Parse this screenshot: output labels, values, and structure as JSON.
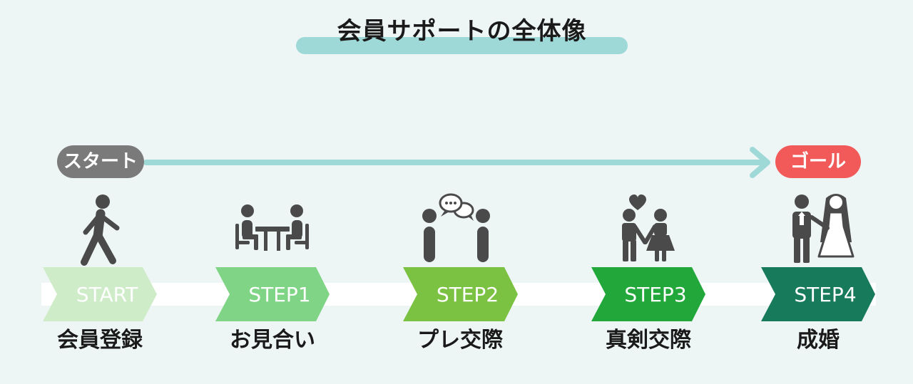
{
  "title": "会員サポートの全体像",
  "start_pill": "スタート",
  "goal_pill": "ゴール",
  "steps": [
    {
      "tag": "START",
      "label": "会員登録",
      "color": "#cfecc9",
      "icon": "walking-person-icon"
    },
    {
      "tag": "STEP1",
      "label": "お見合い",
      "color": "#7fd485",
      "icon": "meeting-at-table-icon"
    },
    {
      "tag": "STEP2",
      "label": "プレ交際",
      "color": "#7bc142",
      "icon": "conversation-icon"
    },
    {
      "tag": "STEP3",
      "label": "真剣交際",
      "color": "#22a83a",
      "icon": "couple-with-heart-icon"
    },
    {
      "tag": "STEP4",
      "label": "成婚",
      "color": "#177a5a",
      "icon": "bride-and-groom-icon"
    }
  ],
  "colors": {
    "background": "#eef6f5",
    "arrow": "#9ed9d8",
    "icon": "#4a4a4a",
    "start_pill": "#7a7a7a",
    "goal_pill": "#f25a5a"
  }
}
